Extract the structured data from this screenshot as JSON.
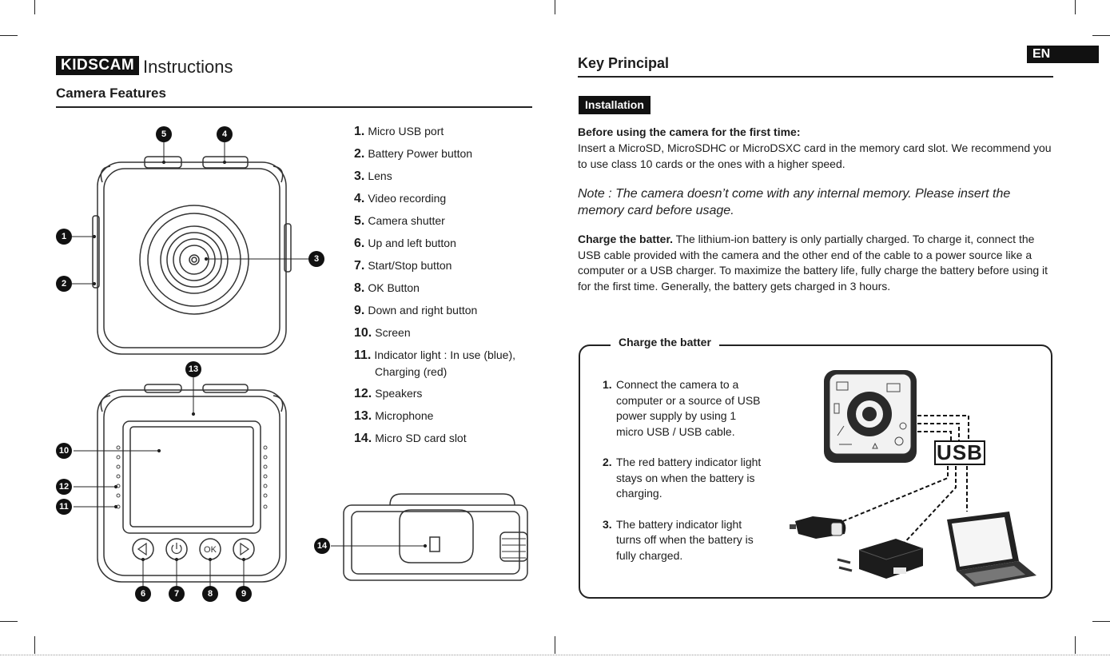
{
  "header": {
    "brand": "KIDSCAM",
    "doc_title": "Instructions",
    "lang_tab": "EN"
  },
  "left": {
    "section_title": "Camera Features",
    "features": [
      {
        "num": "1.",
        "label": "Micro USB port"
      },
      {
        "num": "2.",
        "label": "Battery Power button"
      },
      {
        "num": "3.",
        "label": "Lens"
      },
      {
        "num": "4.",
        "label": "Video recording"
      },
      {
        "num": "5.",
        "label": "Camera shutter"
      },
      {
        "num": "6.",
        "label": "Up and left button"
      },
      {
        "num": "7.",
        "label": "Start/Stop button"
      },
      {
        "num": "8.",
        "label": "OK Button"
      },
      {
        "num": "9.",
        "label": "Down and right button"
      },
      {
        "num": "10.",
        "label": "Screen"
      },
      {
        "num": "11.",
        "label": "Indicator light : In use (blue),",
        "label_cont": "Charging (red)"
      },
      {
        "num": "12.",
        "label": "Speakers"
      },
      {
        "num": "13.",
        "label": "Microphone"
      },
      {
        "num": "14.",
        "label": "Micro SD card slot"
      }
    ],
    "callouts": [
      "1",
      "2",
      "3",
      "4",
      "5",
      "6",
      "7",
      "8",
      "9",
      "10",
      "11",
      "12",
      "13",
      "14"
    ],
    "button_labels": {
      "ok": "OK"
    }
  },
  "right": {
    "section_title": "Key Principal",
    "install_tag": "Installation",
    "before_heading": "Before using the camera for the first time:",
    "before_text": "Insert a MicroSD, MicroSDHC or MicroDSXC card in the memory card slot. We recommend you to use class 10 cards or the ones with a higher speed.",
    "note": "Note : The camera doesn’t come with any internal memory. Please insert the memory card before usage.",
    "charge_heading": "Charge the batter.",
    "charge_text": " The lithium-ion battery is only partially charged. To charge it, connect the USB cable provided with the camera and the other end of the cable to a power source like a computer or a USB charger. To maximize the battery life, fully charge the battery before using it for the first time. Generally, the battery gets charged in 3 hours.",
    "box_title": "Charge the batter",
    "steps": [
      {
        "num": "1.",
        "text": "Connect the camera to a computer or a source of USB power supply by using 1 micro USB / USB cable."
      },
      {
        "num": "2.",
        "text": "The red battery indicator light stays on when the battery is charging."
      },
      {
        "num": "3.",
        "text": "The battery indicator light turns off when the battery is fully charged."
      }
    ],
    "usb_label": "USB"
  }
}
